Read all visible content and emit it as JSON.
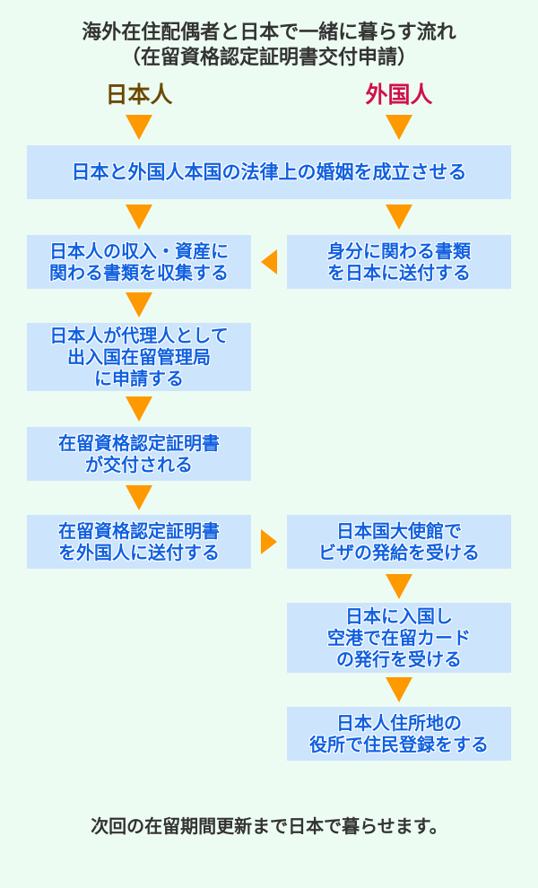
{
  "title": {
    "line1": "海外在住配偶者と日本で一緒に暮らす流れ",
    "line2": "（在留資格認定証明書交付申請）"
  },
  "columns": {
    "japanese": "日本人",
    "foreign": "外国人"
  },
  "steps": {
    "marriage": "日本と外国人本国の法律上の婚姻を成立させる",
    "collect": "日本人の収入・資産に\n関わる書類を収集する",
    "send_docs": "身分に関わる書類\nを日本に送付する",
    "apply": "日本人が代理人として\n出入国在留管理局\nに申請する",
    "issued": "在留資格認定証明書\nが交付される",
    "send_cert": "在留資格認定証明書\nを外国人に送付する",
    "visa": "日本国大使館で\nビザの発給を受ける",
    "entry": "日本に入国し\n空港で在留カード\nの発行を受ける",
    "register": "日本人住所地の\n役所で住民登録をする"
  },
  "footer": "次回の在留期間更新まで日本で暮らせます。",
  "colors": {
    "background": "#edfcf2",
    "box": "#cce4fc",
    "box_text": "#1060e0",
    "arrow": "#ff9900",
    "japanese": "#6b4a00",
    "foreign": "#d0104a"
  }
}
